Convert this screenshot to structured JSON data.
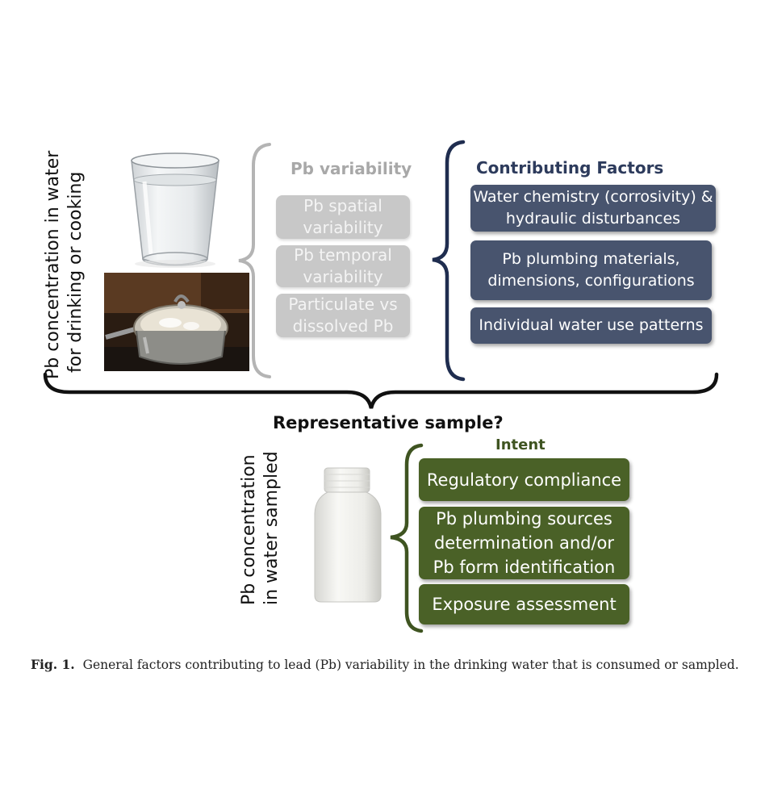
{
  "left_label": {
    "line1": "Pb concentration in water",
    "line2": "for drinking or cooking"
  },
  "variability": {
    "heading": "Pb variability",
    "boxes": [
      "Pb spatial\nvariability",
      "Pb temporal\nvariability",
      "Particulate vs\ndissolved Pb"
    ]
  },
  "factors": {
    "heading": "Contributing Factors",
    "boxes": [
      "Water chemistry (corrosivity) &\nhydraulic disturbances",
      "Pb plumbing materials,\ndimensions, configurations",
      "Individual water use patterns"
    ]
  },
  "question": "Representative sample?",
  "sample_label": {
    "line1": "Pb concentration",
    "line2": "in water sampled"
  },
  "intent": {
    "heading": "Intent",
    "boxes": [
      "Regulatory compliance",
      "Pb plumbing sources\ndetermination and/or\nPb form identification",
      "Exposure assessment"
    ]
  },
  "caption": {
    "label": "Fig. 1.",
    "text": "General factors contributing to lead (Pb) variability in the drinking water that is consumed or sampled."
  },
  "colors": {
    "gray_box": "#c8c8c8",
    "navy_box": "#48546e",
    "green_box": "#4a6127",
    "heading_gray": "#a8a8a8",
    "heading_navy": "#2d3b5c",
    "heading_green": "#3f5421"
  }
}
